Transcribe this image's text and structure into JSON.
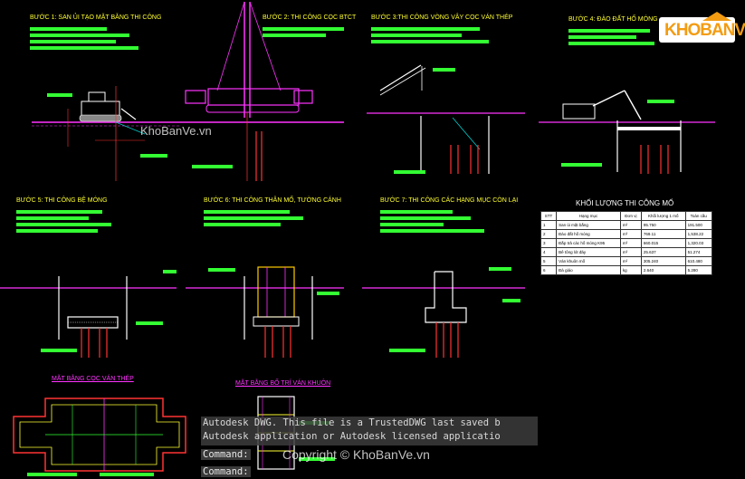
{
  "steps": {
    "s1": "BƯỚC 1: SAN ỦI TẠO MẶT BẰNG THI CÔNG",
    "s2": "BƯỚC 2: THI CÔNG CỌC BTCT",
    "s3": "BƯỚC 3:THI CÔNG VÒNG VÂY CỌC VÁN THÉP",
    "s4": "BƯỚC 4: ĐÀO ĐẤT HỐ MÓNG",
    "s5": "BƯỚC 5: THI CÔNG BỆ MÓNG",
    "s6": "BƯỚC 6: THI CÔNG THÂN MỐ, TƯỜNG CÁNH",
    "s7": "BƯỚC 7: THI CÔNG CÁC HẠNG MỤC CÒN LẠI"
  },
  "plans": {
    "p1": "MẶT BẰNG CỌC VÁN THÉP",
    "p2": "MẶT BẰNG BỐ TRÍ VÁN KHUÔN"
  },
  "table": {
    "title": "KHỐI LƯỢNG THI CÔNG MỐ",
    "headers": [
      "STT",
      "Hạng mục",
      "Đơn vị",
      "Khối lượng 1 mố",
      "Toàn cầu"
    ],
    "rows": [
      [
        "1",
        "San ủi mặt bằng",
        "m²",
        "95.750",
        "191.500"
      ],
      [
        "2",
        "Đào đất hố móng",
        "m³",
        "769.11",
        "1,538.22"
      ],
      [
        "3",
        "Đắp trả các hố móng K95",
        "m³",
        "660.015",
        "1,320.03"
      ],
      [
        "4",
        "Bê tông lót đáy",
        "m³",
        "25.637",
        "51.274"
      ],
      [
        "5",
        "Ván khuôn mố",
        "m²",
        "305.240",
        "610.480"
      ],
      [
        "6",
        "Đà giáo",
        "kg",
        "2.640",
        "5.280"
      ]
    ]
  },
  "watermarks": {
    "logo": "KHOBANVE",
    "center": "KhoBanVe.vn",
    "copyright": "Copyright © KhoBanVe.vn"
  },
  "command_area": {
    "msg_line1": "Autodesk DWG. This file is a TrustedDWG last saved b",
    "msg_line2": "Autodesk application or Autodesk licensed applicatio",
    "prompt_label": "Command:",
    "prompt_label2": "Command:"
  },
  "colors": {
    "background": "#000000",
    "note_text": "#33ff33",
    "step_title": "#ffff33",
    "plan_title": "#ff33ff",
    "ground": "#ff33ff",
    "structure": "#ffffff",
    "piles": "#ff3333",
    "logo_accent": "#f39c12"
  }
}
